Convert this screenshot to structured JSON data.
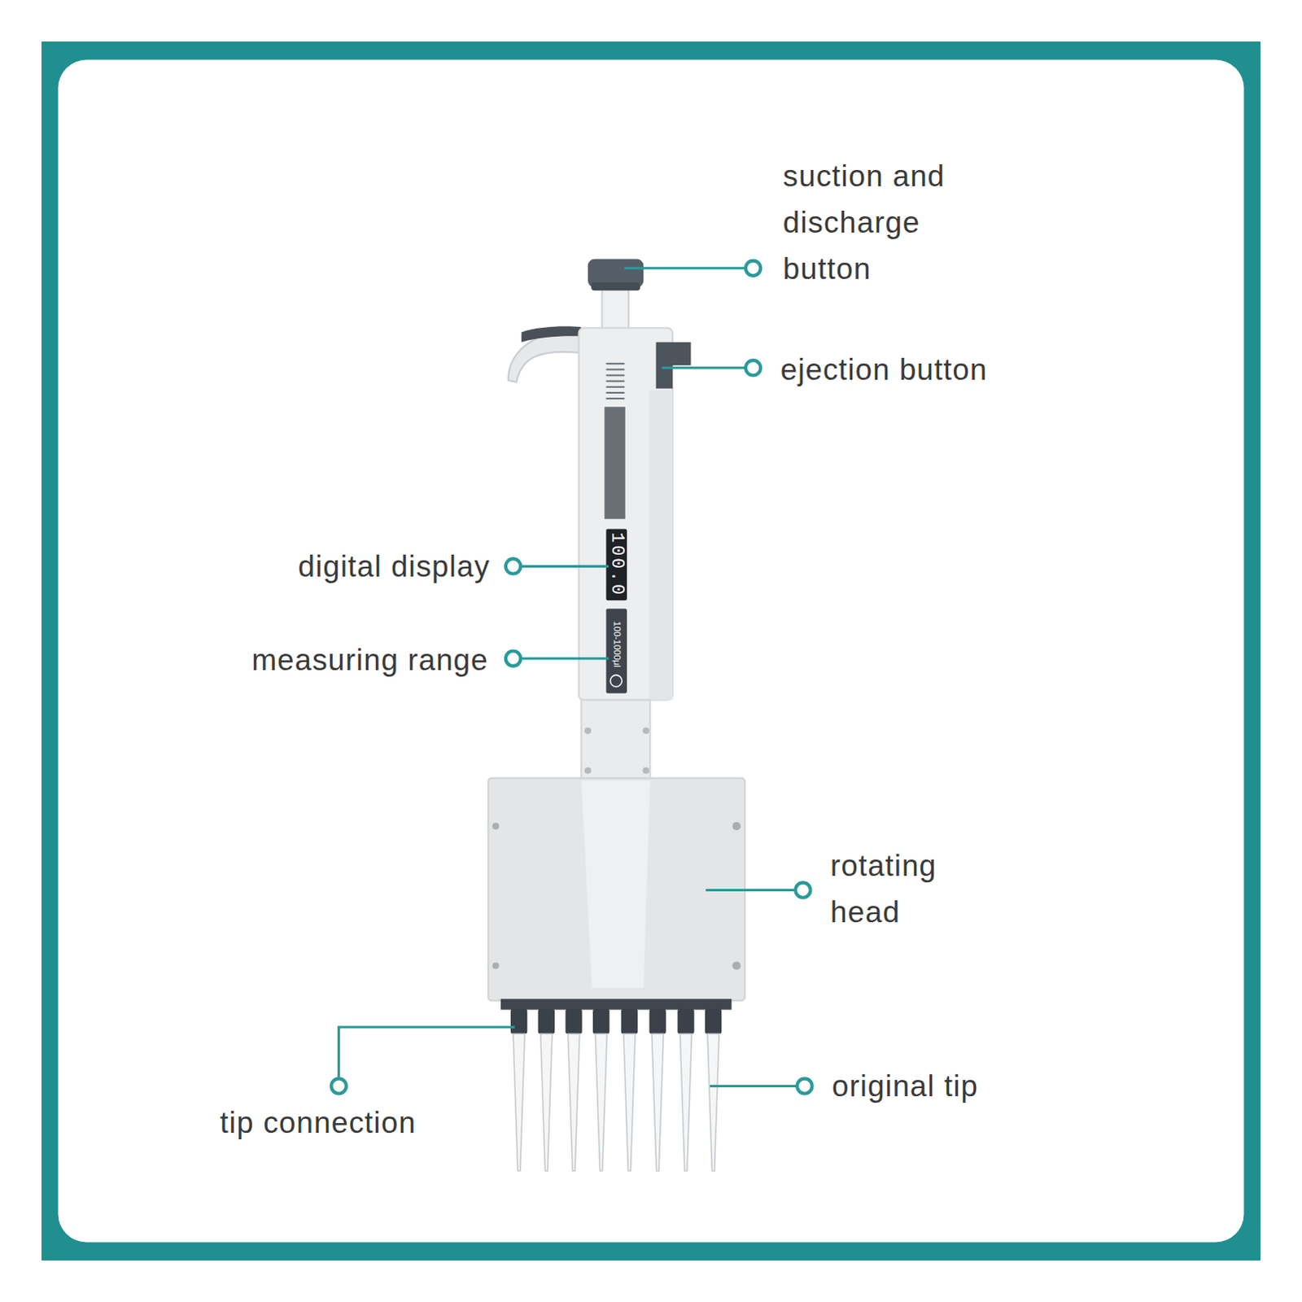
{
  "diagram": {
    "labels": [
      "suction and discharge button",
      "ejection button",
      "digital display",
      "measuring range",
      "rotating head",
      "tip connection",
      "original tip",
      "100.0",
      "100-1000μl"
    ]
  }
}
